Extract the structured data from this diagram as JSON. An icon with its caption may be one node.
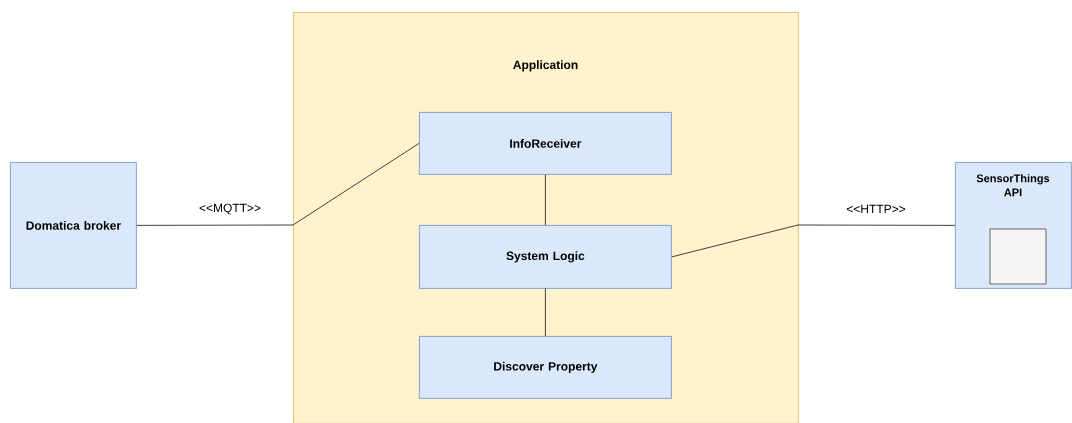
{
  "diagram": {
    "nodes": [
      {
        "text": [
          "Domatica broker"
        ]
      },
      {
        "text": [
          "Application"
        ]
      },
      {
        "text": [
          "InfoReceiver"
        ],
        "in": 1
      },
      {
        "text": [
          "System Logic"
        ],
        "in": 1
      },
      {
        "text": [
          "Discover Property"
        ],
        "in": 1
      },
      {
        "text": [
          "SensorThings API"
        ]
      },
      {
        "text": [],
        "shape": "box",
        "in": 5
      }
    ],
    "edges": [
      {
        "from": 0,
        "to": 2,
        "arrow": "none",
        "label": "<<MQTT>>"
      },
      {
        "from": 2,
        "to": 3,
        "arrow": "none"
      },
      {
        "from": 3,
        "to": 4,
        "arrow": "none"
      },
      {
        "from": 3,
        "to": 5,
        "arrow": "none",
        "label": "<<HTTP>>"
      }
    ]
  }
}
